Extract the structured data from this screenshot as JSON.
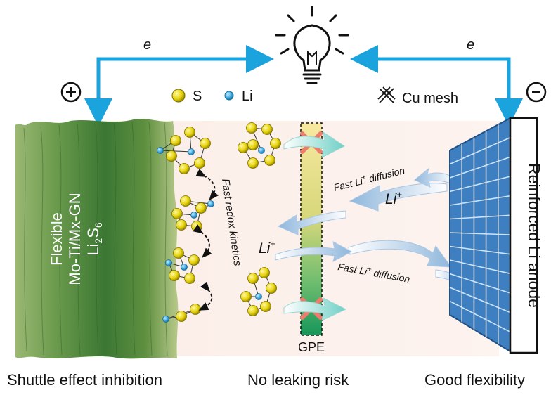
{
  "electron_left": "e",
  "electron_right": "e",
  "electron_sup": "-",
  "plus_symbol": "+",
  "minus_symbol": "-",
  "legend": {
    "s_label": "S",
    "li_label": "Li",
    "cu_label": "Cu mesh"
  },
  "cathode": {
    "line1": "Flexible",
    "line2": "Mo-Ti/Mx-GN",
    "line3_main": "Li",
    "line3_sub1": "2",
    "line3_mid": "S",
    "line3_sub2": "6"
  },
  "redox_label": "Fast redox kinetics",
  "gpe_label": "GPE",
  "li_ion_left": {
    "main": "Li",
    "sup": "+"
  },
  "li_ion_right": {
    "main": "Li",
    "sup": "+"
  },
  "diffusion_top": {
    "pre": "Fast Li",
    "sup": "+",
    "post": " diffusion"
  },
  "diffusion_bottom": {
    "pre": "Fast Li",
    "sup": "+",
    "post": " diffusion"
  },
  "anode_label": "Reinforced Li anode",
  "captions": {
    "left": "Shuttle effect inhibition",
    "middle": "No leaking risk",
    "right": "Good flexibility"
  },
  "colors": {
    "arrow_blue": "#1aa3dd",
    "sulfur": "#e6d20a",
    "lithium": "#3aa8df",
    "mesh_blue": "#3d7fc0",
    "gpe_top": "#f6e08a",
    "gpe_bottom": "#1e9a5a",
    "cathode_green": "#3f7a34",
    "cross_red": "#f08070"
  },
  "icons": [
    "light-bulb-icon",
    "plus-circle-icon",
    "minus-circle-icon",
    "cu-mesh-icon",
    "cross-icon"
  ]
}
